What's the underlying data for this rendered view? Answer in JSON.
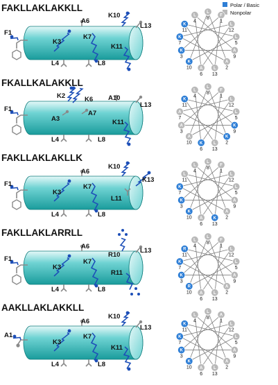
{
  "legend": {
    "polar_label": "Polar / Basic",
    "nonpolar_label": "Nonpolar",
    "polar_color": "#2f7fd6",
    "nonpolar_color": "#b9b9b9"
  },
  "colors": {
    "cylinder_light": "#e6f8f8",
    "cylinder_mid": "#6fd3d3",
    "cylinder_dark": "#1a9c9c",
    "sidechain_basic": "#1d4fb8",
    "sidechain_nonpolar": "#8a8a8a"
  },
  "panels": [
    {
      "sequence": "FAKLLAKLAKKLL",
      "residues": [
        {
          "label": "F1",
          "type": "aromatic"
        },
        {
          "label": "K3",
          "type": "lys"
        },
        {
          "label": "A6",
          "type": "ala"
        },
        {
          "label": "K7",
          "type": "lys"
        },
        {
          "label": "K10",
          "type": "lys"
        },
        {
          "label": "K11",
          "type": "lys"
        },
        {
          "label": "L4",
          "type": "leu"
        },
        {
          "label": "L8",
          "type": "leu"
        },
        {
          "label": "L13",
          "type": "leu"
        }
      ],
      "wheel": [
        {
          "aa": "L",
          "num": "8",
          "kind": "nonpolar"
        },
        {
          "aa": "F",
          "num": "1",
          "kind": "nonpolar"
        },
        {
          "aa": "L",
          "num": "12",
          "kind": "nonpolar"
        },
        {
          "aa": "L",
          "num": "5",
          "kind": "nonpolar"
        },
        {
          "aa": "A",
          "num": "9",
          "kind": "nonpolar"
        },
        {
          "aa": "A",
          "num": "2",
          "kind": "nonpolar"
        },
        {
          "aa": "L",
          "num": "13",
          "kind": "nonpolar"
        },
        {
          "aa": "A",
          "num": "6",
          "kind": "nonpolar"
        },
        {
          "aa": "K",
          "num": "10",
          "kind": "polar"
        },
        {
          "aa": "K",
          "num": "3",
          "kind": "polar"
        },
        {
          "aa": "K",
          "num": "7",
          "kind": "polar"
        },
        {
          "aa": "K",
          "num": "11",
          "kind": "polar"
        },
        {
          "aa": "L",
          "num": "4",
          "kind": "nonpolar"
        }
      ]
    },
    {
      "sequence": "FKALLKALAKKLL",
      "residues": [
        {
          "label": "F1",
          "type": "aromatic"
        },
        {
          "label": "K2",
          "type": "lys"
        },
        {
          "label": "A3",
          "type": "ala"
        },
        {
          "label": "K6",
          "type": "lys"
        },
        {
          "label": "A7",
          "type": "ala"
        },
        {
          "label": "A10",
          "type": "ala"
        },
        {
          "label": "K11",
          "type": "lys"
        },
        {
          "label": "L4",
          "type": "leu"
        },
        {
          "label": "L8",
          "type": "leu"
        },
        {
          "label": "L13",
          "type": "leu"
        }
      ],
      "wheel": [
        {
          "aa": "L",
          "num": "8",
          "kind": "nonpolar"
        },
        {
          "aa": "F",
          "num": "1",
          "kind": "nonpolar"
        },
        {
          "aa": "L",
          "num": "12",
          "kind": "nonpolar"
        },
        {
          "aa": "L",
          "num": "5",
          "kind": "nonpolar"
        },
        {
          "aa": "K",
          "num": "9",
          "kind": "polar"
        },
        {
          "aa": "K",
          "num": "2",
          "kind": "polar"
        },
        {
          "aa": "L",
          "num": "13",
          "kind": "nonpolar"
        },
        {
          "aa": "K",
          "num": "6",
          "kind": "polar"
        },
        {
          "aa": "A",
          "num": "10",
          "kind": "nonpolar"
        },
        {
          "aa": "A",
          "num": "3",
          "kind": "nonpolar"
        },
        {
          "aa": "A",
          "num": "7",
          "kind": "nonpolar"
        },
        {
          "aa": "K",
          "num": "11",
          "kind": "polar"
        },
        {
          "aa": "L",
          "num": "4",
          "kind": "nonpolar"
        }
      ]
    },
    {
      "sequence": "FAKLLAKLAKLLK",
      "residues": [
        {
          "label": "F1",
          "type": "aromatic"
        },
        {
          "label": "K3",
          "type": "lys"
        },
        {
          "label": "A6",
          "type": "ala"
        },
        {
          "label": "K7",
          "type": "lys"
        },
        {
          "label": "K10",
          "type": "lys"
        },
        {
          "label": "L11",
          "type": "leu"
        },
        {
          "label": "K13",
          "type": "lys"
        },
        {
          "label": "L4",
          "type": "leu"
        },
        {
          "label": "L8",
          "type": "leu"
        }
      ],
      "wheel": [
        {
          "aa": "L",
          "num": "8",
          "kind": "nonpolar"
        },
        {
          "aa": "F",
          "num": "1",
          "kind": "nonpolar"
        },
        {
          "aa": "L",
          "num": "12",
          "kind": "nonpolar"
        },
        {
          "aa": "L",
          "num": "5",
          "kind": "nonpolar"
        },
        {
          "aa": "A",
          "num": "9",
          "kind": "nonpolar"
        },
        {
          "aa": "A",
          "num": "2",
          "kind": "nonpolar"
        },
        {
          "aa": "K",
          "num": "13",
          "kind": "polar"
        },
        {
          "aa": "A",
          "num": "6",
          "kind": "nonpolar"
        },
        {
          "aa": "K",
          "num": "10",
          "kind": "polar"
        },
        {
          "aa": "K",
          "num": "3",
          "kind": "polar"
        },
        {
          "aa": "K",
          "num": "7",
          "kind": "polar"
        },
        {
          "aa": "L",
          "num": "11",
          "kind": "nonpolar"
        },
        {
          "aa": "L",
          "num": "4",
          "kind": "nonpolar"
        }
      ]
    },
    {
      "sequence": "FAKLLAKLARRLL",
      "residues": [
        {
          "label": "F1",
          "type": "aromatic"
        },
        {
          "label": "K3",
          "type": "lys"
        },
        {
          "label": "A6",
          "type": "ala"
        },
        {
          "label": "K7",
          "type": "lys"
        },
        {
          "label": "R10",
          "type": "arg"
        },
        {
          "label": "R11",
          "type": "arg"
        },
        {
          "label": "L4",
          "type": "leu"
        },
        {
          "label": "L8",
          "type": "leu"
        },
        {
          "label": "L13",
          "type": "leu"
        }
      ],
      "wheel": [
        {
          "aa": "L",
          "num": "8",
          "kind": "nonpolar"
        },
        {
          "aa": "F",
          "num": "1",
          "kind": "nonpolar"
        },
        {
          "aa": "L",
          "num": "12",
          "kind": "nonpolar"
        },
        {
          "aa": "L",
          "num": "5",
          "kind": "nonpolar"
        },
        {
          "aa": "A",
          "num": "9",
          "kind": "nonpolar"
        },
        {
          "aa": "A",
          "num": "2",
          "kind": "nonpolar"
        },
        {
          "aa": "L",
          "num": "13",
          "kind": "nonpolar"
        },
        {
          "aa": "A",
          "num": "6",
          "kind": "nonpolar"
        },
        {
          "aa": "R",
          "num": "10",
          "kind": "polar"
        },
        {
          "aa": "K",
          "num": "3",
          "kind": "polar"
        },
        {
          "aa": "K",
          "num": "7",
          "kind": "polar"
        },
        {
          "aa": "R",
          "num": "11",
          "kind": "polar"
        },
        {
          "aa": "L",
          "num": "4",
          "kind": "nonpolar"
        }
      ]
    },
    {
      "sequence": "AAKLLAKLAKKLL",
      "residues": [
        {
          "label": "A1",
          "type": "ala"
        },
        {
          "label": "K3",
          "type": "lys"
        },
        {
          "label": "A6",
          "type": "ala"
        },
        {
          "label": "K7",
          "type": "lys"
        },
        {
          "label": "K10",
          "type": "lys"
        },
        {
          "label": "K11",
          "type": "lys"
        },
        {
          "label": "L4",
          "type": "leu"
        },
        {
          "label": "L8",
          "type": "leu"
        },
        {
          "label": "L13",
          "type": "leu"
        }
      ],
      "wheel": [
        {
          "aa": "L",
          "num": "8",
          "kind": "nonpolar"
        },
        {
          "aa": "A",
          "num": "1",
          "kind": "nonpolar"
        },
        {
          "aa": "L",
          "num": "12",
          "kind": "nonpolar"
        },
        {
          "aa": "L",
          "num": "5",
          "kind": "nonpolar"
        },
        {
          "aa": "A",
          "num": "9",
          "kind": "nonpolar"
        },
        {
          "aa": "A",
          "num": "2",
          "kind": "nonpolar"
        },
        {
          "aa": "L",
          "num": "13",
          "kind": "nonpolar"
        },
        {
          "aa": "A",
          "num": "6",
          "kind": "nonpolar"
        },
        {
          "aa": "K",
          "num": "10",
          "kind": "polar"
        },
        {
          "aa": "K",
          "num": "3",
          "kind": "polar"
        },
        {
          "aa": "K",
          "num": "7",
          "kind": "polar"
        },
        {
          "aa": "K",
          "num": "11",
          "kind": "polar"
        },
        {
          "aa": "L",
          "num": "4",
          "kind": "nonpolar"
        }
      ]
    }
  ]
}
